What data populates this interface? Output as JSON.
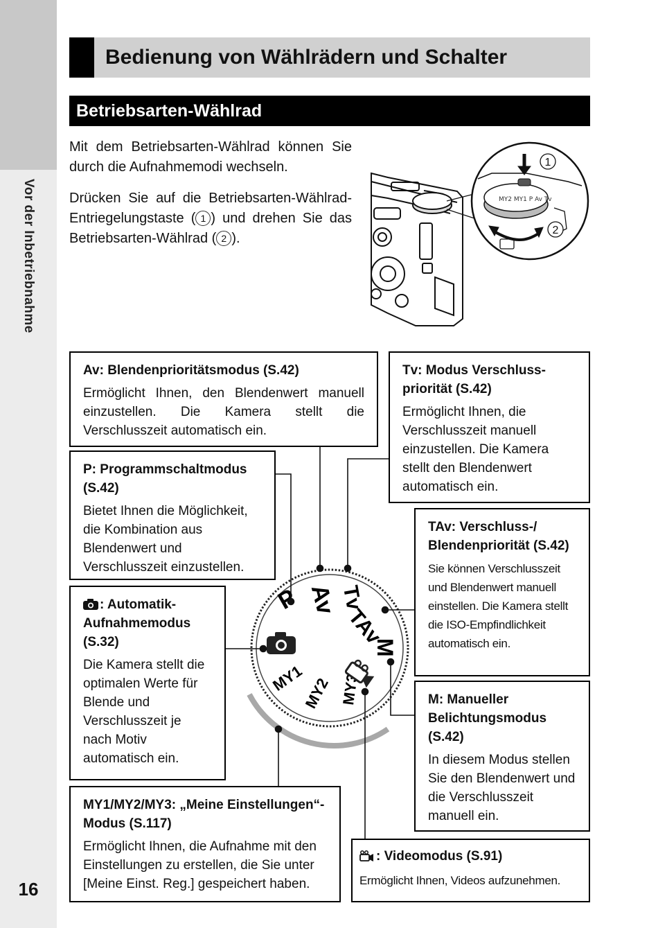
{
  "sidebar": {
    "label": "Vor der Inbetriebnahme",
    "page_number": "16"
  },
  "header": {
    "title": "Bedienung von Wählrädern und Schalter"
  },
  "section": {
    "title": "Betriebsarten-Wählrad"
  },
  "intro": {
    "p1": "Mit dem Betriebsarten-Wählrad können Sie durch die Aufnahmemodi wechseln.",
    "p2_a": "Drücken Sie auf die Betriebsarten-Wählrad-Entriegelungstaste (",
    "p2_b": ") und drehen Sie das Betriebsarten-Wählrad (",
    "p2_c": ").",
    "marker1": "1",
    "marker2": "2"
  },
  "illustration": {
    "callout1": "1",
    "callout2": "2"
  },
  "dial": {
    "labels": {
      "p": "P",
      "av": "Av",
      "tv": "Tv",
      "tav": "TAv",
      "m": "M",
      "my1": "MY1",
      "my2": "MY2",
      "my3": "MY3"
    }
  },
  "boxes": {
    "av": {
      "title": "Av: Blendenprioritätsmodus (S.42)",
      "body": "Ermöglicht Ihnen, den Blendenwert manuell einzustellen. Die Kamera stellt die Verschlusszeit automatisch ein."
    },
    "p": {
      "title": "P: Programmschaltmodus (S.42)",
      "body": "Bietet Ihnen die Möglichkeit, die Kombination aus Blendenwert und Verschlusszeit einzustellen."
    },
    "auto": {
      "title": ": Automatik-Aufnahmemodus (S.32)",
      "body": "Die Kamera stellt die optimalen Werte für Blende und Verschlusszeit je nach Motiv automatisch ein."
    },
    "my": {
      "title": "MY1/MY2/MY3: „Meine Einstellungen“-Modus (S.117)",
      "body": "Ermöglicht Ihnen, die Aufnahme mit den Einstellungen zu erstellen, die Sie unter [Meine Einst. Reg.] gespeichert haben."
    },
    "tv": {
      "title": "Tv: Modus Verschluss-priorität (S.42)",
      "body": "Ermöglicht Ihnen, die Verschlusszeit manuell einzustellen. Die Kamera stellt den Blendenwert automatisch ein."
    },
    "tav": {
      "title": "TAv: Verschluss-/ Blendenpriorität (S.42)",
      "body": "Sie können Verschlusszeit und Blendenwert manuell einstellen. Die Kamera stellt die ISO-Empfindlichkeit automatisch ein."
    },
    "m": {
      "title": "M: Manueller Belichtungsmodus (S.42)",
      "body": "In diesem Modus stellen Sie den Blendenwert und die Verschlusszeit manuell ein."
    },
    "video": {
      "title": ": Videomodus (S.91)",
      "body": "Ermöglicht Ihnen, Videos aufzunehmen."
    }
  },
  "icons": [
    "camera-icon",
    "video-camera-icon"
  ]
}
